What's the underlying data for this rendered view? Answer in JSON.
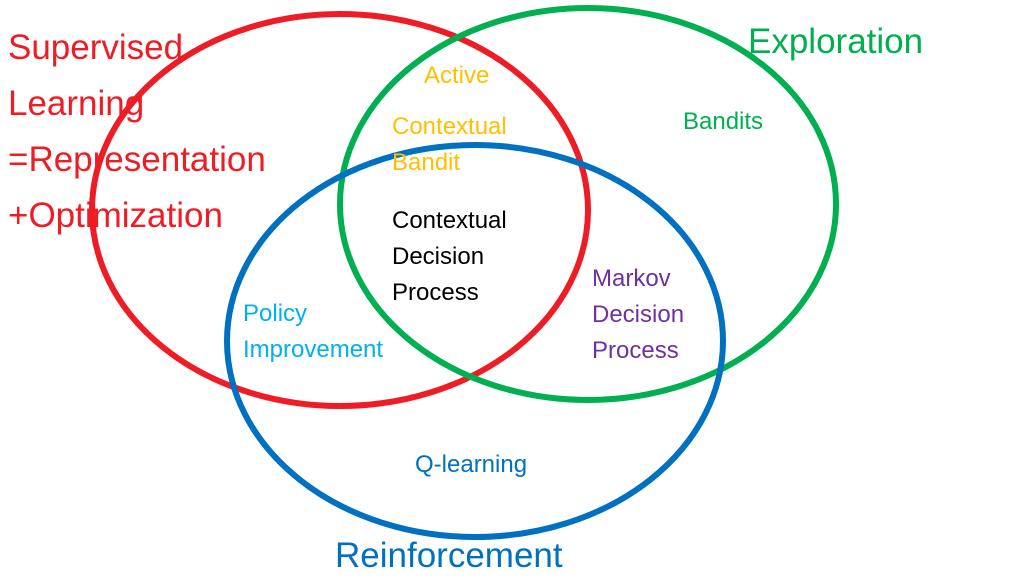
{
  "colors": {
    "supervised": "#ee1c25",
    "exploration": "#00b050",
    "reinforcement": "#0070c0",
    "contextual_bandit": "#ffc000",
    "markov": "#7030a0",
    "policy": "#00b0f0",
    "core": "#000000"
  },
  "circles": {
    "supervised": "Supervised Learning",
    "exploration": "Exploration",
    "reinforcement": "Reinforcement"
  },
  "labels": {
    "supervised": [
      "Supervised",
      "Learning",
      "=Representation",
      "+Optimization"
    ],
    "exploration": "Exploration",
    "reinforcement": "Reinforcement",
    "active": "Active",
    "bandits": "Bandits",
    "contextual_bandit": [
      "Contextual",
      "Bandit"
    ],
    "contextual_decision_process": [
      "Contextual",
      "Decision",
      "Process"
    ],
    "markov_decision_process": [
      "Markov",
      "Decision",
      "Process"
    ],
    "policy_improvement": [
      "Policy",
      "Improvement"
    ],
    "q_learning": "Q-learning"
  }
}
